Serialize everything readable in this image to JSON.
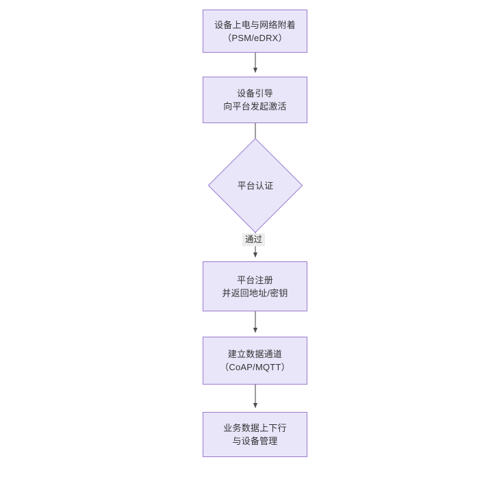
{
  "diagram": {
    "type": "flowchart",
    "orientation": "top-to-bottom",
    "background_color": "#ffffff",
    "node_fill_color": "#e9e6fa",
    "node_border_color": "#9a78cf",
    "connector_color": "#4d4d4d",
    "text_color": "#333333",
    "edge_label_background": "#ededed",
    "nodes": [
      {
        "id": "power-on",
        "shape": "rectangle",
        "line1": "设备上电与网络附着",
        "line2": "（PSM/eDRX）",
        "text": "设备上电与网络附着\n（PSM/eDRX）"
      },
      {
        "id": "bootstrap",
        "shape": "rectangle",
        "line1": "设备引导",
        "line2": "向平台发起激活",
        "text": "设备引导\n向平台发起激活"
      },
      {
        "id": "platform-auth",
        "shape": "diamond",
        "line1": "平台认证",
        "line2": "",
        "text": "平台认证"
      },
      {
        "id": "platform-register",
        "shape": "rectangle",
        "line1": "平台注册",
        "line2": "并返回地址/密钥",
        "text": "平台注册\n并返回地址/密钥"
      },
      {
        "id": "data-channel",
        "shape": "rectangle",
        "line1": "建立数据通道",
        "line2": "（CoAP/MQTT）",
        "text": "建立数据通道\n（CoAP/MQTT）"
      },
      {
        "id": "business-data",
        "shape": "rectangle",
        "line1": "业务数据上下行",
        "line2": "与设备管理",
        "text": "业务数据上下行\n与设备管理"
      }
    ],
    "edges": [
      {
        "from": "power-on",
        "to": "bootstrap",
        "label": ""
      },
      {
        "from": "bootstrap",
        "to": "platform-auth",
        "label": ""
      },
      {
        "from": "platform-auth",
        "to": "platform-register",
        "label": "通过"
      },
      {
        "from": "platform-register",
        "to": "data-channel",
        "label": ""
      },
      {
        "from": "data-channel",
        "to": "business-data",
        "label": ""
      }
    ]
  }
}
